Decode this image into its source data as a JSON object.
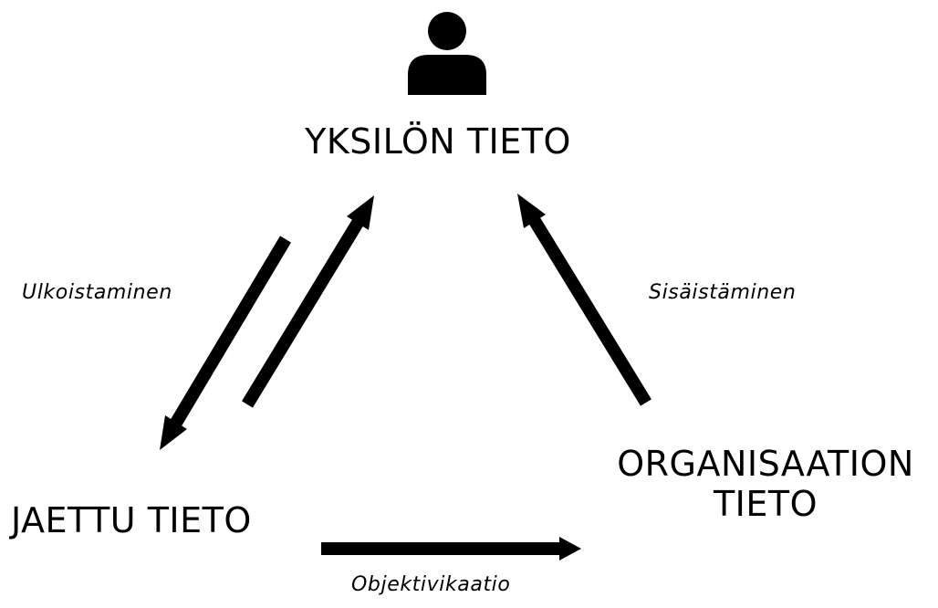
{
  "colors": {
    "background": "#ffffff",
    "ink": "#000000"
  },
  "icons": {
    "person": "person-icon"
  },
  "nodes": {
    "individual": "YKSILÖN TIETO",
    "shared": "JAETTU TIETO",
    "organizational_line1": "ORGANISAATION",
    "organizational_line2": "TIETO"
  },
  "edges": {
    "externalization": "Ulkoistaminen",
    "internalization": "Sisäistäminen",
    "objectification": "Objektivikaatio"
  }
}
